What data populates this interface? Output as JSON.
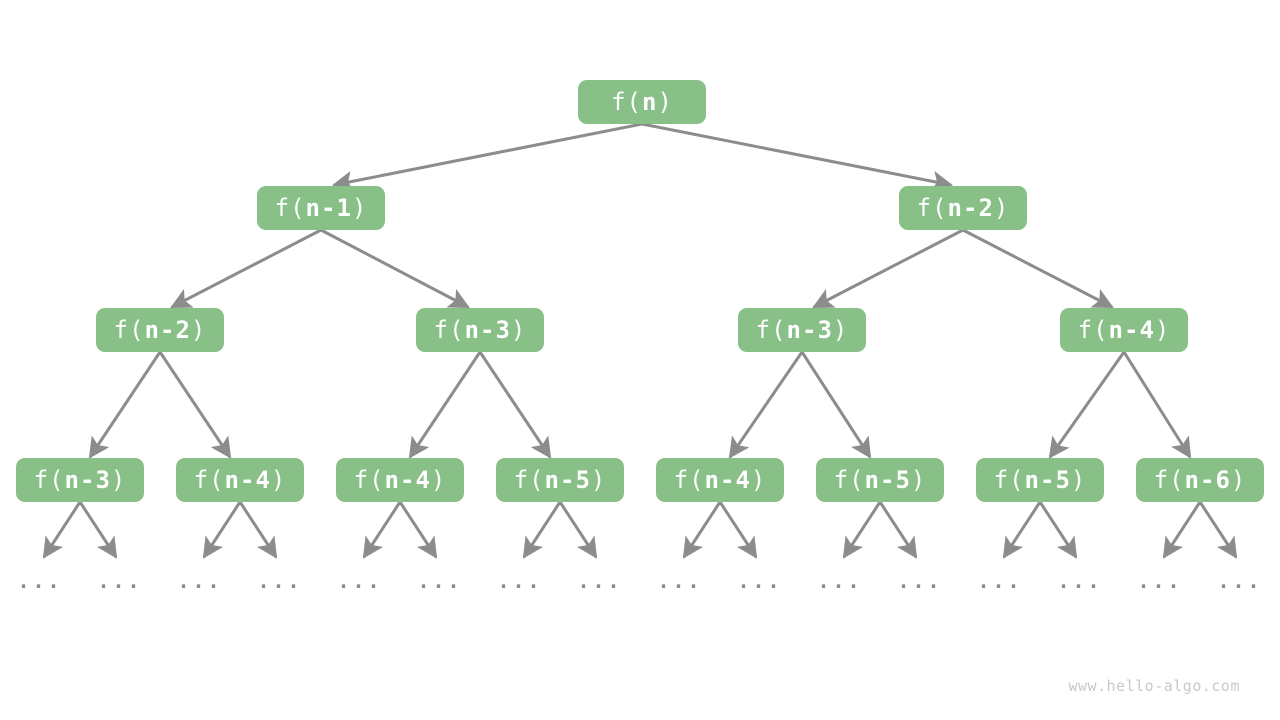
{
  "diagram": {
    "title_hint": "recursion tree of fibonacci-style calls",
    "node_label_prefix": "f(",
    "node_label_suffix": ")",
    "levels": [
      {
        "nodes": [
          {
            "label": "f(n)",
            "arg": "n"
          }
        ]
      },
      {
        "nodes": [
          {
            "label": "f(n-1)",
            "arg": "n-1"
          },
          {
            "label": "f(n-2)",
            "arg": "n-2"
          }
        ]
      },
      {
        "nodes": [
          {
            "label": "f(n-2)",
            "arg": "n-2"
          },
          {
            "label": "f(n-3)",
            "arg": "n-3"
          },
          {
            "label": "f(n-3)",
            "arg": "n-3"
          },
          {
            "label": "f(n-4)",
            "arg": "n-4"
          }
        ]
      },
      {
        "nodes": [
          {
            "label": "f(n-3)",
            "arg": "n-3"
          },
          {
            "label": "f(n-4)",
            "arg": "n-4"
          },
          {
            "label": "f(n-4)",
            "arg": "n-4"
          },
          {
            "label": "f(n-5)",
            "arg": "n-5"
          },
          {
            "label": "f(n-4)",
            "arg": "n-4"
          },
          {
            "label": "f(n-5)",
            "arg": "n-5"
          },
          {
            "label": "f(n-5)",
            "arg": "n-5"
          },
          {
            "label": "f(n-6)",
            "arg": "n-6"
          }
        ]
      }
    ],
    "leaf_ellipsis": "...",
    "ellipsis_count": 16
  },
  "colors": {
    "background": "#FFFFFF",
    "node_fill": "#88C088",
    "node_text": "#FFFFFF",
    "edge": "#8C8C8C",
    "ellipsis": "#8C8C8C",
    "watermark": "#C9C9C9"
  },
  "watermark": "www.hello-algo.com"
}
